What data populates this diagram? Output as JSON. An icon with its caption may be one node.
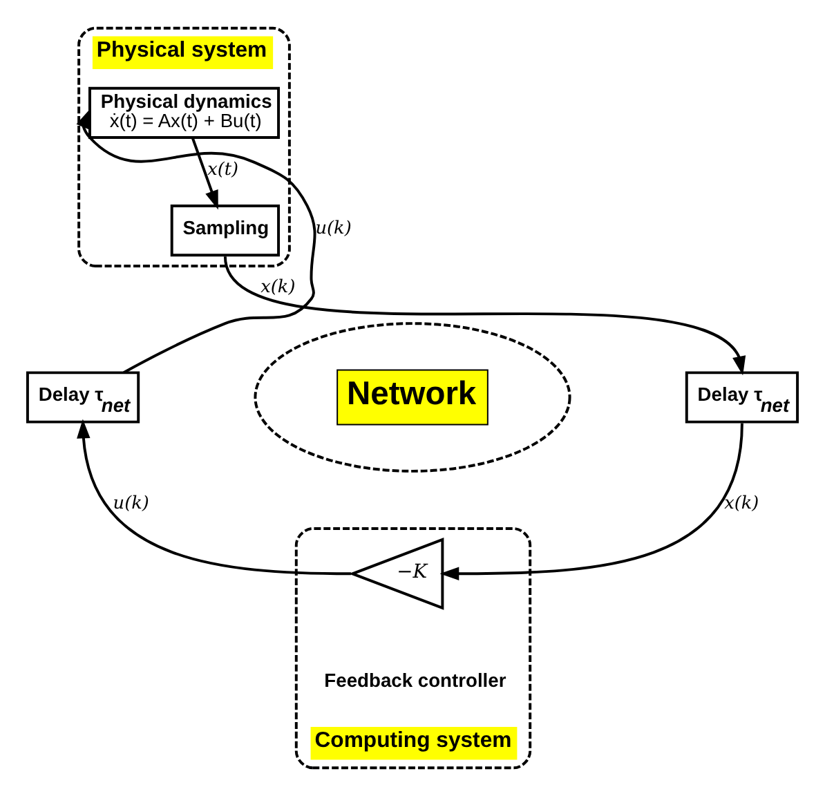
{
  "diagram": {
    "nodes": [
      {
        "text": [
          "Physical system"
        ]
      },
      {
        "text": [
          "Physical dynamics",
          "ẋ(t) = Ax(t) + Bu(t)"
        ],
        "in": 0
      },
      {
        "text": [
          "Sampling"
        ],
        "in": 0
      },
      {
        "text": [
          "Network"
        ]
      },
      {
        "text": [
          "Delay τ$_{net}$"
        ]
      },
      {
        "text": [
          "Delay τ$_{net}$"
        ]
      },
      {
        "text": [
          "Computing system"
        ]
      },
      {
        "text": [
          "−K"
        ],
        "in": 6,
        "beside": [
          "Feedback controller"
        ]
      }
    ],
    "edges": [
      {
        "from": 1,
        "to": 2,
        "arrow": "to",
        "label": "x(t)"
      },
      {
        "from": 2,
        "to": 5,
        "arrow": "to",
        "label": "x(k)"
      },
      {
        "from": 5,
        "to": 7,
        "arrow": "to",
        "label": "x(k)"
      },
      {
        "from": 7,
        "to": 4,
        "arrow": "to",
        "label": "u(k)"
      },
      {
        "from": 4,
        "to": 1,
        "arrow": "to",
        "label": "u(k)"
      }
    ]
  }
}
